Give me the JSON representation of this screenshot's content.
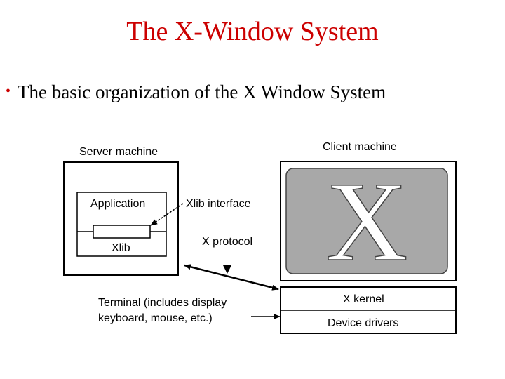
{
  "slide": {
    "title": "The X-Window System",
    "bullet": "The basic organization of the X Window System"
  },
  "diagram": {
    "server_machine_label": "Server machine",
    "client_machine_label": "Client machine",
    "application_label": "Application",
    "xlib_label": "Xlib",
    "xlib_interface_label": "Xlib interface",
    "x_protocol_label": "X protocol",
    "x_logo_letter": "X",
    "x_kernel_label": "X kernel",
    "device_drivers_label": "Device drivers",
    "terminal_label_line1": "Terminal (includes display",
    "terminal_label_line2": "keyboard, mouse, etc.)",
    "colors": {
      "title": "#cc0000",
      "bullet": "#cc0000",
      "screen_fill": "#a8a8a8",
      "line": "#000000"
    }
  }
}
